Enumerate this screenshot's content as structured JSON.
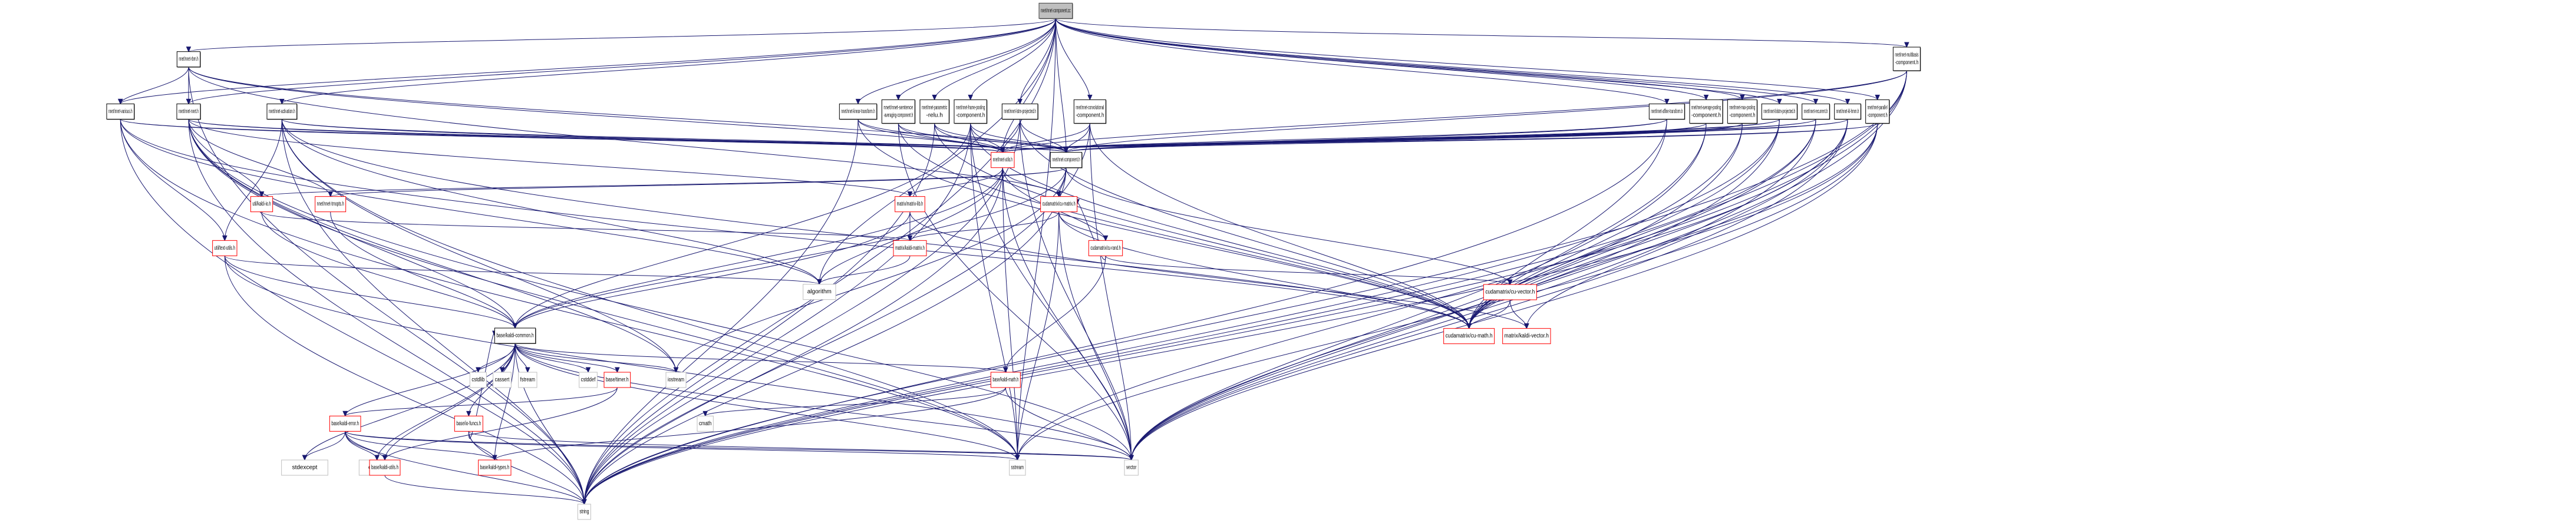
{
  "graph": {
    "title": "nnet/nnet-component.cc",
    "edge_color": "#191970",
    "legend_colors": {
      "root_fill": "#bfbfbf",
      "header_border": "#000000",
      "truncated_border": "#ff0000",
      "system_border": "#bfbfbf"
    },
    "nodes": [
      {
        "id": "root",
        "label": [
          "nnet/nnet-component.cc"
        ],
        "kind": "root"
      },
      {
        "id": "rbm",
        "label": [
          "nnet/nnet-rbm.h"
        ],
        "kind": "header"
      },
      {
        "id": "multibasis",
        "label": [
          "nnet/nnet-multibasis",
          "-component.h"
        ],
        "kind": "header"
      },
      {
        "id": "various",
        "label": [
          "nnet/nnet-various.h"
        ],
        "kind": "header"
      },
      {
        "id": "nnet",
        "label": [
          "nnet/nnet-nnet.h"
        ],
        "kind": "header"
      },
      {
        "id": "activation",
        "label": [
          "nnet/nnet-activation.h"
        ],
        "kind": "header"
      },
      {
        "id": "linear",
        "label": [
          "nnet/nnet-linear-transform.h"
        ],
        "kind": "header"
      },
      {
        "id": "sentence",
        "label": [
          "nnet/nnet-sentence",
          "-averaging-component.h"
        ],
        "kind": "header"
      },
      {
        "id": "prelu",
        "label": [
          "nnet/nnet-parametric",
          "-relu.h"
        ],
        "kind": "header"
      },
      {
        "id": "framepool",
        "label": [
          "nnet/nnet-frame-pooling",
          "-component.h"
        ],
        "kind": "header"
      },
      {
        "id": "lstm",
        "label": [
          "nnet/nnet-lstm-projected.h"
        ],
        "kind": "header"
      },
      {
        "id": "conv",
        "label": [
          "nnet/nnet-convolutional",
          "-component.h"
        ],
        "kind": "header"
      },
      {
        "id": "affine",
        "label": [
          "nnet/nnet-affine-transform.h"
        ],
        "kind": "header"
      },
      {
        "id": "avgpool",
        "label": [
          "nnet/nnet-average-pooling",
          "-component.h"
        ],
        "kind": "header"
      },
      {
        "id": "maxpool",
        "label": [
          "nnet/nnet-max-pooling",
          "-component.h"
        ],
        "kind": "header"
      },
      {
        "id": "blstm",
        "label": [
          "nnet/nnet-blstm-projected.h"
        ],
        "kind": "header"
      },
      {
        "id": "recurrent",
        "label": [
          "nnet/nnet-recurrent.h"
        ],
        "kind": "header"
      },
      {
        "id": "klhmm",
        "label": [
          "nnet/nnet-kl-hmm.h"
        ],
        "kind": "header"
      },
      {
        "id": "parallel",
        "label": [
          "nnet/nnet-parallel",
          "-component.h"
        ],
        "kind": "header"
      },
      {
        "id": "utils",
        "label": [
          "nnet/nnet-utils.h"
        ],
        "kind": "truncated"
      },
      {
        "id": "component",
        "label": [
          "nnet/nnet-component.h"
        ],
        "kind": "header"
      },
      {
        "id": "kaldiio",
        "label": [
          "util/kaldi-io.h"
        ],
        "kind": "truncated"
      },
      {
        "id": "trnopts",
        "label": [
          "nnet/nnet-trnopts.h"
        ],
        "kind": "truncated"
      },
      {
        "id": "matrixlib",
        "label": [
          "matrix/matrix-lib.h"
        ],
        "kind": "truncated"
      },
      {
        "id": "cumatrix",
        "label": [
          "cudamatrix/cu-matrix.h"
        ],
        "kind": "truncated"
      },
      {
        "id": "textutils",
        "label": [
          "util/text-utils.h"
        ],
        "kind": "truncated"
      },
      {
        "id": "kaldimatrix",
        "label": [
          "matrix/kaldi-matrix.h"
        ],
        "kind": "truncated"
      },
      {
        "id": "curand",
        "label": [
          "cudamatrix/cu-rand.h"
        ],
        "kind": "truncated"
      },
      {
        "id": "algorithm",
        "label": [
          "algorithm"
        ],
        "kind": "system"
      },
      {
        "id": "cuvector",
        "label": [
          "cudamatrix/cu-vector.h"
        ],
        "kind": "truncated"
      },
      {
        "id": "common",
        "label": [
          "base/kaldi-common.h"
        ],
        "kind": "header"
      },
      {
        "id": "cumath",
        "label": [
          "cudamatrix/cu-math.h"
        ],
        "kind": "truncated"
      },
      {
        "id": "kaldivector",
        "label": [
          "matrix/kaldi-vector.h"
        ],
        "kind": "truncated"
      },
      {
        "id": "cstdlib",
        "label": [
          "cstdlib"
        ],
        "kind": "system"
      },
      {
        "id": "cassert",
        "label": [
          "cassert"
        ],
        "kind": "system"
      },
      {
        "id": "fstream",
        "label": [
          "fstream"
        ],
        "kind": "system"
      },
      {
        "id": "cstddef",
        "label": [
          "cstddef"
        ],
        "kind": "system"
      },
      {
        "id": "timer",
        "label": [
          "base/timer.h"
        ],
        "kind": "truncated"
      },
      {
        "id": "iostream",
        "label": [
          "iostream"
        ],
        "kind": "system"
      },
      {
        "id": "kaldimath",
        "label": [
          "base/kaldi-math.h"
        ],
        "kind": "truncated"
      },
      {
        "id": "kaldierror",
        "label": [
          "base/kaldi-error.h"
        ],
        "kind": "truncated"
      },
      {
        "id": "iofuncs",
        "label": [
          "base/io-funcs.h"
        ],
        "kind": "truncated"
      },
      {
        "id": "cmath",
        "label": [
          "cmath"
        ],
        "kind": "system"
      },
      {
        "id": "stdexcept",
        "label": [
          "stdexcept"
        ],
        "kind": "system"
      },
      {
        "id": "cstring",
        "label": [
          "cstring"
        ],
        "kind": "system"
      },
      {
        "id": "kaldiutils",
        "label": [
          "base/kaldi-utils.h"
        ],
        "kind": "truncated"
      },
      {
        "id": "kalditypes",
        "label": [
          "base/kaldi-types.h"
        ],
        "kind": "truncated"
      },
      {
        "id": "sstream",
        "label": [
          "sstream"
        ],
        "kind": "system"
      },
      {
        "id": "vector",
        "label": [
          "vector"
        ],
        "kind": "system"
      },
      {
        "id": "string",
        "label": [
          "string"
        ],
        "kind": "system"
      }
    ],
    "edges": [
      [
        "root",
        "rbm"
      ],
      [
        "root",
        "multibasis"
      ],
      [
        "root",
        "various"
      ],
      [
        "root",
        "nnet"
      ],
      [
        "root",
        "activation"
      ],
      [
        "root",
        "linear"
      ],
      [
        "root",
        "sentence"
      ],
      [
        "root",
        "prelu"
      ],
      [
        "root",
        "framepool"
      ],
      [
        "root",
        "lstm"
      ],
      [
        "root",
        "conv"
      ],
      [
        "root",
        "affine"
      ],
      [
        "root",
        "avgpool"
      ],
      [
        "root",
        "maxpool"
      ],
      [
        "root",
        "blstm"
      ],
      [
        "root",
        "recurrent"
      ],
      [
        "root",
        "klhmm"
      ],
      [
        "root",
        "parallel"
      ],
      [
        "root",
        "utils"
      ],
      [
        "root",
        "component"
      ],
      [
        "root",
        "algorithm"
      ],
      [
        "root",
        "sstream"
      ],
      [
        "root",
        "string"
      ],
      [
        "rbm",
        "various"
      ],
      [
        "rbm",
        "nnet"
      ],
      [
        "rbm",
        "component"
      ],
      [
        "rbm",
        "utils"
      ],
      [
        "rbm",
        "string"
      ],
      [
        "rbm",
        "cumatrix"
      ],
      [
        "multibasis",
        "component"
      ],
      [
        "multibasis",
        "utils"
      ],
      [
        "multibasis",
        "cumath"
      ],
      [
        "multibasis",
        "sstream"
      ],
      [
        "multibasis",
        "vector"
      ],
      [
        "multibasis",
        "string"
      ],
      [
        "various",
        "component"
      ],
      [
        "various",
        "utils"
      ],
      [
        "various",
        "cumath"
      ],
      [
        "various",
        "textutils"
      ],
      [
        "various",
        "algorithm"
      ],
      [
        "various",
        "sstream"
      ],
      [
        "various",
        "string"
      ],
      [
        "nnet",
        "component"
      ],
      [
        "nnet",
        "utils"
      ],
      [
        "nnet",
        "trnopts"
      ],
      [
        "nnet",
        "kaldiio"
      ],
      [
        "nnet",
        "matrixlib"
      ],
      [
        "nnet",
        "common"
      ],
      [
        "nnet",
        "iostream"
      ],
      [
        "nnet",
        "sstream"
      ],
      [
        "nnet",
        "vector"
      ],
      [
        "nnet",
        "string"
      ],
      [
        "activation",
        "component"
      ],
      [
        "activation",
        "utils"
      ],
      [
        "activation",
        "cumath"
      ],
      [
        "activation",
        "textutils"
      ],
      [
        "activation",
        "algorithm"
      ],
      [
        "activation",
        "iostream"
      ],
      [
        "activation",
        "sstream"
      ],
      [
        "activation",
        "string"
      ],
      [
        "linear",
        "component"
      ],
      [
        "linear",
        "utils"
      ],
      [
        "linear",
        "cumath"
      ],
      [
        "linear",
        "string"
      ],
      [
        "sentence",
        "component"
      ],
      [
        "sentence",
        "utils"
      ],
      [
        "sentence",
        "cumath"
      ],
      [
        "sentence",
        "vector"
      ],
      [
        "prelu",
        "component"
      ],
      [
        "prelu",
        "utils"
      ],
      [
        "prelu",
        "cumath"
      ],
      [
        "prelu",
        "string"
      ],
      [
        "framepool",
        "component"
      ],
      [
        "framepool",
        "utils"
      ],
      [
        "framepool",
        "common"
      ],
      [
        "framepool",
        "cumath"
      ],
      [
        "framepool",
        "vector"
      ],
      [
        "framepool",
        "string"
      ],
      [
        "framepool",
        "sstream"
      ],
      [
        "lstm",
        "component"
      ],
      [
        "lstm",
        "utils"
      ],
      [
        "lstm",
        "cumath"
      ],
      [
        "lstm",
        "vector"
      ],
      [
        "lstm",
        "string"
      ],
      [
        "conv",
        "component"
      ],
      [
        "conv",
        "utils"
      ],
      [
        "conv",
        "cumath"
      ],
      [
        "conv",
        "vector"
      ],
      [
        "conv",
        "string"
      ],
      [
        "affine",
        "component"
      ],
      [
        "affine",
        "utils"
      ],
      [
        "affine",
        "cumath"
      ],
      [
        "affine",
        "string"
      ],
      [
        "avgpool",
        "component"
      ],
      [
        "avgpool",
        "utils"
      ],
      [
        "avgpool",
        "cumath"
      ],
      [
        "avgpool",
        "vector"
      ],
      [
        "maxpool",
        "component"
      ],
      [
        "maxpool",
        "utils"
      ],
      [
        "maxpool",
        "cumath"
      ],
      [
        "maxpool",
        "vector"
      ],
      [
        "blstm",
        "component"
      ],
      [
        "blstm",
        "utils"
      ],
      [
        "blstm",
        "cumath"
      ],
      [
        "blstm",
        "vector"
      ],
      [
        "blstm",
        "string"
      ],
      [
        "recurrent",
        "component"
      ],
      [
        "recurrent",
        "utils"
      ],
      [
        "recurrent",
        "cumath"
      ],
      [
        "recurrent",
        "vector"
      ],
      [
        "recurrent",
        "string"
      ],
      [
        "klhmm",
        "component"
      ],
      [
        "klhmm",
        "utils"
      ],
      [
        "klhmm",
        "cumath"
      ],
      [
        "klhmm",
        "kaldivector"
      ],
      [
        "klhmm",
        "vector"
      ],
      [
        "klhmm",
        "string"
      ],
      [
        "parallel",
        "component"
      ],
      [
        "parallel",
        "utils"
      ],
      [
        "parallel",
        "cumath"
      ],
      [
        "parallel",
        "sstream"
      ],
      [
        "parallel",
        "vector"
      ],
      [
        "parallel",
        "string"
      ],
      [
        "utils",
        "cumatrix"
      ],
      [
        "utils",
        "matrixlib"
      ],
      [
        "utils",
        "curand"
      ],
      [
        "utils",
        "common"
      ],
      [
        "utils",
        "algorithm"
      ],
      [
        "utils",
        "vector"
      ],
      [
        "utils",
        "sstream"
      ],
      [
        "utils",
        "string"
      ],
      [
        "component",
        "trnopts"
      ],
      [
        "component",
        "cumatrix"
      ],
      [
        "component",
        "cuvector"
      ],
      [
        "component",
        "common"
      ],
      [
        "component",
        "kaldiio"
      ],
      [
        "component",
        "iostream"
      ],
      [
        "component",
        "string"
      ],
      [
        "kaldiio",
        "common"
      ],
      [
        "kaldiio",
        "kaldimatrix"
      ],
      [
        "trnopts",
        "common"
      ],
      [
        "matrixlib",
        "kaldimatrix"
      ],
      [
        "matrixlib",
        "kaldivector"
      ],
      [
        "matrixlib",
        "common"
      ],
      [
        "cumatrix",
        "kaldimatrix"
      ],
      [
        "cumatrix",
        "curand"
      ],
      [
        "cumatrix",
        "cumath"
      ],
      [
        "cumatrix",
        "sstream"
      ],
      [
        "cumatrix",
        "vector"
      ],
      [
        "curand",
        "cumatrix"
      ],
      [
        "curand",
        "cuvector"
      ],
      [
        "curand",
        "kaldimath"
      ],
      [
        "cuvector",
        "cumath"
      ],
      [
        "cuvector",
        "kaldivector"
      ],
      [
        "textutils",
        "common"
      ],
      [
        "textutils",
        "algorithm"
      ],
      [
        "textutils",
        "vector"
      ],
      [
        "textutils",
        "string"
      ],
      [
        "kaldimatrix",
        "algorithm"
      ],
      [
        "common",
        "cstdlib"
      ],
      [
        "common",
        "cassert"
      ],
      [
        "common",
        "fstream"
      ],
      [
        "common",
        "cstddef"
      ],
      [
        "common",
        "timer"
      ],
      [
        "common",
        "iostream"
      ],
      [
        "common",
        "kaldimath"
      ],
      [
        "common",
        "kaldierror"
      ],
      [
        "common",
        "iofuncs"
      ],
      [
        "common",
        "stdexcept"
      ],
      [
        "common",
        "cstring"
      ],
      [
        "common",
        "kaldiutils"
      ],
      [
        "common",
        "kalditypes"
      ],
      [
        "common",
        "sstream"
      ],
      [
        "common",
        "vector"
      ],
      [
        "common",
        "string"
      ],
      [
        "timer",
        "kaldierror"
      ],
      [
        "timer",
        "kaldiutils"
      ],
      [
        "kaldimath",
        "cmath"
      ],
      [
        "kaldimath",
        "kalditypes"
      ],
      [
        "kaldimath",
        "vector"
      ],
      [
        "kaldierror",
        "stdexcept"
      ],
      [
        "kaldierror",
        "cstring"
      ],
      [
        "kaldierror",
        "kaldiutils"
      ],
      [
        "kaldierror",
        "kalditypes"
      ],
      [
        "kaldierror",
        "sstream"
      ],
      [
        "kaldierror",
        "vector"
      ],
      [
        "kaldierror",
        "string"
      ],
      [
        "iofuncs",
        "common"
      ],
      [
        "iofuncs",
        "kalditypes"
      ],
      [
        "iofuncs",
        "vector"
      ],
      [
        "iofuncs",
        "string"
      ],
      [
        "kaldiutils",
        "string"
      ]
    ]
  }
}
